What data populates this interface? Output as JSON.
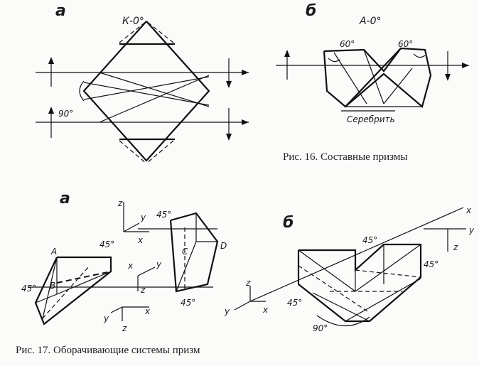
{
  "figure16": {
    "panel_a_letter": "а",
    "panel_a_title": "К-0°",
    "panel_a_angle": "90°",
    "panel_b_letter": "б",
    "panel_b_title": "А-0°",
    "panel_b_angle_left": "60°",
    "panel_b_angle_right": "60°",
    "panel_b_note": "Серебрить",
    "caption": "Рис. 16. Составные призмы"
  },
  "figure17": {
    "panel_a_letter": "а",
    "panel_b_letter": "б",
    "axis_x": "x",
    "axis_y": "y",
    "axis_z": "z",
    "label_A": "A",
    "label_B": "B",
    "label_C": "C",
    "label_D": "D",
    "angle": "45°",
    "angle_90": "90°",
    "caption": "Рис. 17. Оборачивающие системы призм"
  }
}
